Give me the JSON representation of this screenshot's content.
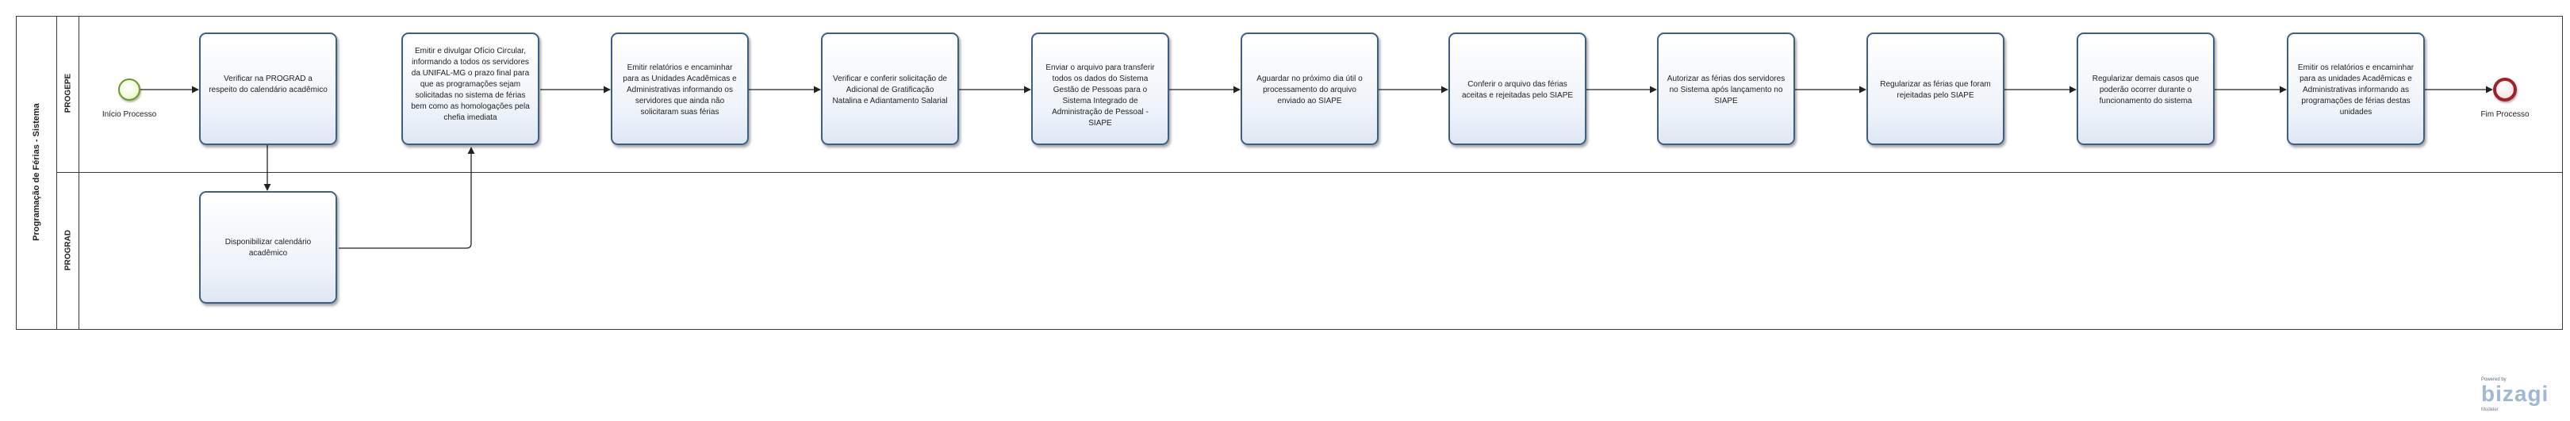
{
  "pool": {
    "title": "Programação de Férias - Sistema"
  },
  "lanes": [
    {
      "id": "progepe",
      "title": "PROGEPE"
    },
    {
      "id": "prograd",
      "title": "PROGRAD"
    }
  ],
  "events": {
    "start": {
      "label": "Início Processo"
    },
    "end": {
      "label": "Fim Processo"
    }
  },
  "tasks": [
    {
      "id": "t1",
      "lane": "progepe",
      "text": "Verificar na PROGRAD a respeito do calendário acadêmico"
    },
    {
      "id": "t2",
      "lane": "prograd",
      "text": "Disponibilizar calendário acadêmico"
    },
    {
      "id": "t3",
      "lane": "progepe",
      "text": "Emitir e divulgar Ofício Circular, informando a todos os servidores da UNIFAL-MG o prazo final para que as programações sejam solicitadas no sistema de férias bem como as homologações pela chefia imediata"
    },
    {
      "id": "t4",
      "lane": "progepe",
      "text": "Emitir relatórios e encaminhar para as Unidades Acadêmicas e Administrativas informando os servidores que ainda não solicitaram suas férias"
    },
    {
      "id": "t5",
      "lane": "progepe",
      "text": "Verificar e conferir solicitação de Adicional de Gratificação Natalina e Adiantamento Salarial"
    },
    {
      "id": "t6",
      "lane": "progepe",
      "text": "Enviar o arquivo para transferir todos os dados do Sistema Gestão de Pessoas para o Sistema Integrado de Administração de Pessoal - SIAPE"
    },
    {
      "id": "t7",
      "lane": "progepe",
      "text": "Aguardar no próximo dia útil o processamento do arquivo enviado ao SIAPE"
    },
    {
      "id": "t8",
      "lane": "progepe",
      "text": "Conferir o arquivo das férias aceitas e rejeitadas pelo SIAPE"
    },
    {
      "id": "t9",
      "lane": "progepe",
      "text": "Autorizar as férias dos servidores no Sistema após lançamento no SIAPE"
    },
    {
      "id": "t10",
      "lane": "progepe",
      "text": "Regularizar as férias que foram rejeitadas pelo SIAPE"
    },
    {
      "id": "t11",
      "lane": "progepe",
      "text": "Regularizar demais casos que poderão ocorrer durante o funcionamento do sistema"
    },
    {
      "id": "t12",
      "lane": "progepe",
      "text": "Emitir os relatórios e encaminhar para as unidades Acadêmicas e Administrativas informando as programações de férias destas unidades"
    }
  ],
  "brand": {
    "top": "Powered by",
    "name": "bizagi",
    "sub": "Modeler"
  },
  "colors": {
    "task_border": "#3c5f86",
    "start_event": "#6a9a1f",
    "end_event": "#a2202a",
    "flow": "#222222"
  }
}
